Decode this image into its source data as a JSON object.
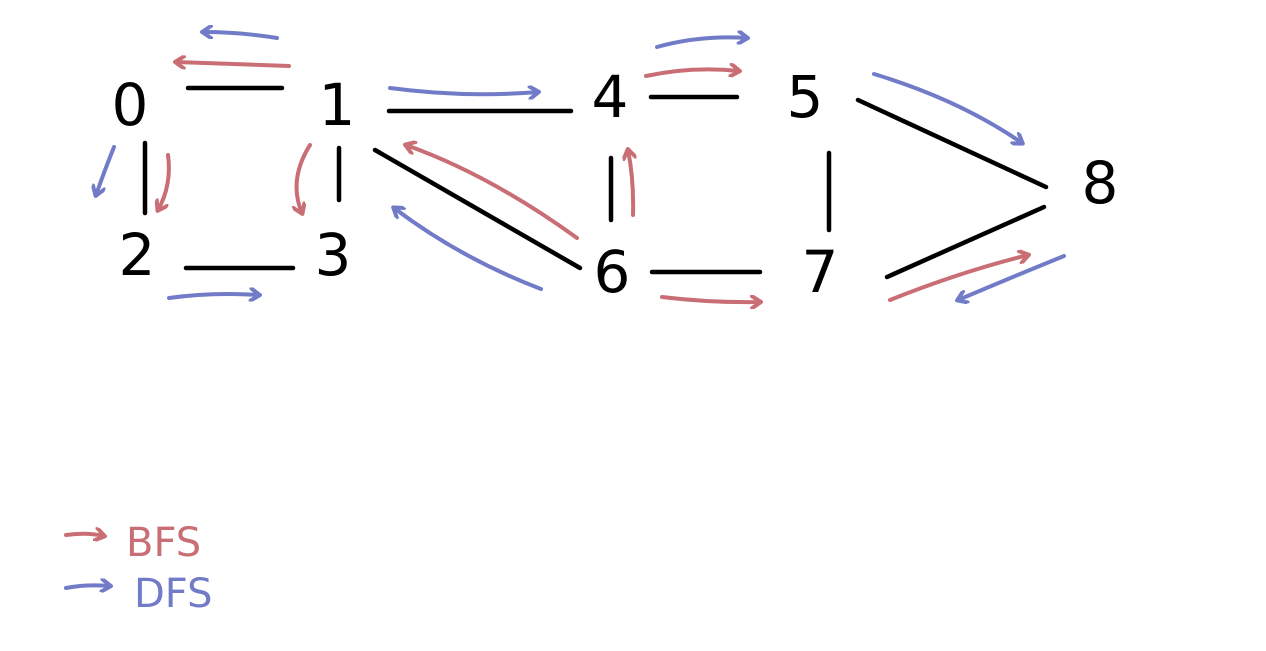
{
  "colors": {
    "bfs": "#c86e74",
    "dfs": "#727bc8",
    "edge": "#000000"
  },
  "nodes": [
    {
      "id": "0",
      "label": "0"
    },
    {
      "id": "1",
      "label": "1"
    },
    {
      "id": "2",
      "label": "2"
    },
    {
      "id": "3",
      "label": "3"
    },
    {
      "id": "4",
      "label": "4"
    },
    {
      "id": "5",
      "label": "5"
    },
    {
      "id": "6",
      "label": "6"
    },
    {
      "id": "7",
      "label": "7"
    },
    {
      "id": "8",
      "label": "8"
    }
  ],
  "edges": [
    {
      "from": "0",
      "to": "1"
    },
    {
      "from": "0",
      "to": "2"
    },
    {
      "from": "1",
      "to": "3"
    },
    {
      "from": "2",
      "to": "3"
    },
    {
      "from": "1",
      "to": "4"
    },
    {
      "from": "1",
      "to": "6"
    },
    {
      "from": "4",
      "to": "5"
    },
    {
      "from": "4",
      "to": "6"
    },
    {
      "from": "5",
      "to": "7"
    },
    {
      "from": "5",
      "to": "8"
    },
    {
      "from": "6",
      "to": "7"
    },
    {
      "from": "7",
      "to": "8"
    }
  ],
  "traversals": {
    "bfs": [
      {
        "from": "1",
        "to": "0"
      },
      {
        "from": "0",
        "to": "2"
      },
      {
        "from": "1",
        "to": "3"
      },
      {
        "from": "6",
        "to": "1"
      },
      {
        "from": "6",
        "to": "4"
      },
      {
        "from": "4",
        "to": "5"
      },
      {
        "from": "6",
        "to": "7"
      },
      {
        "from": "7",
        "to": "8"
      }
    ],
    "dfs": [
      {
        "from": "1",
        "to": "0"
      },
      {
        "from": "0",
        "to": "2"
      },
      {
        "from": "2",
        "to": "3"
      },
      {
        "from": "1",
        "to": "4"
      },
      {
        "from": "4",
        "to": "5"
      },
      {
        "from": "5",
        "to": "8"
      },
      {
        "from": "8",
        "to": "7"
      },
      {
        "from": "6",
        "to": "3"
      }
    ]
  },
  "legend": {
    "bfs_label": "BFS",
    "dfs_label": "DFS"
  }
}
